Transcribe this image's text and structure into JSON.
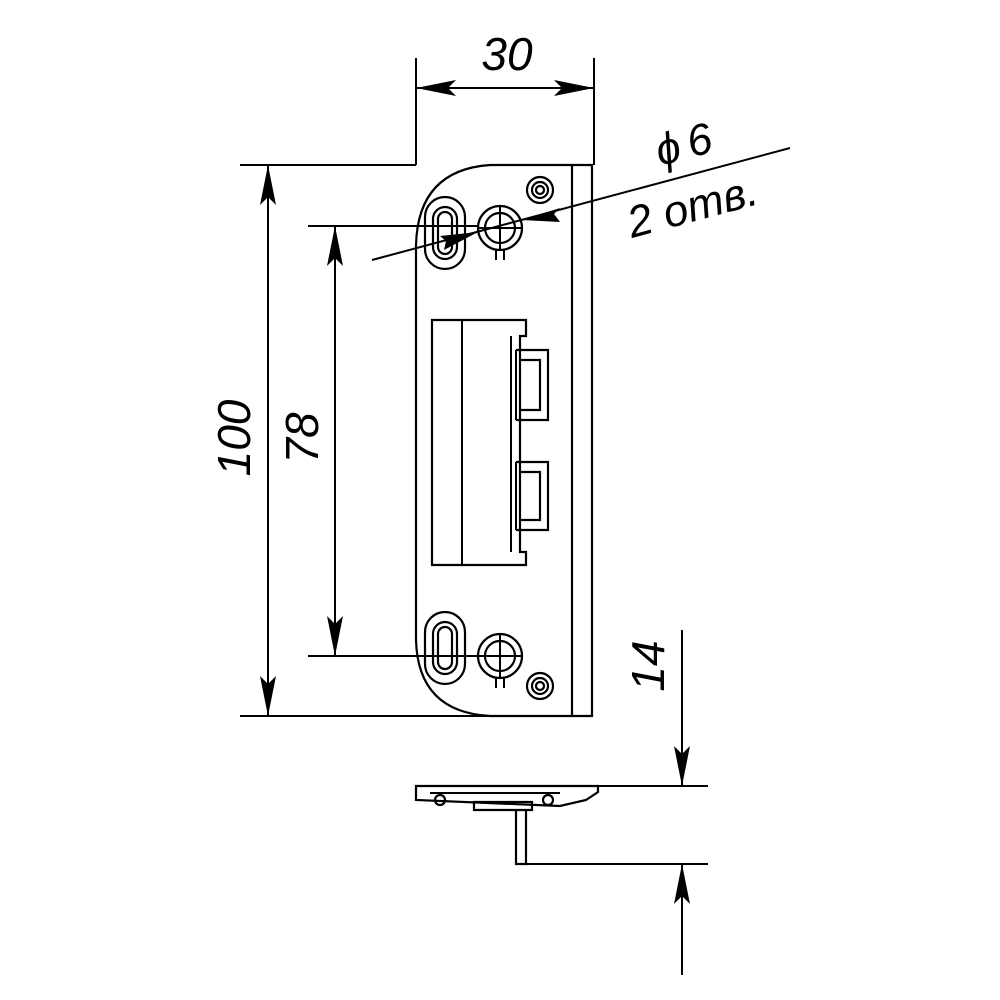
{
  "drawing": {
    "dimensions": {
      "width": "30",
      "height_total": "100",
      "hole_spacing": "78",
      "depth": "14"
    },
    "hole_note": {
      "diameter_symbol": "ϕ",
      "diameter": "6",
      "count": "2 отв."
    }
  }
}
